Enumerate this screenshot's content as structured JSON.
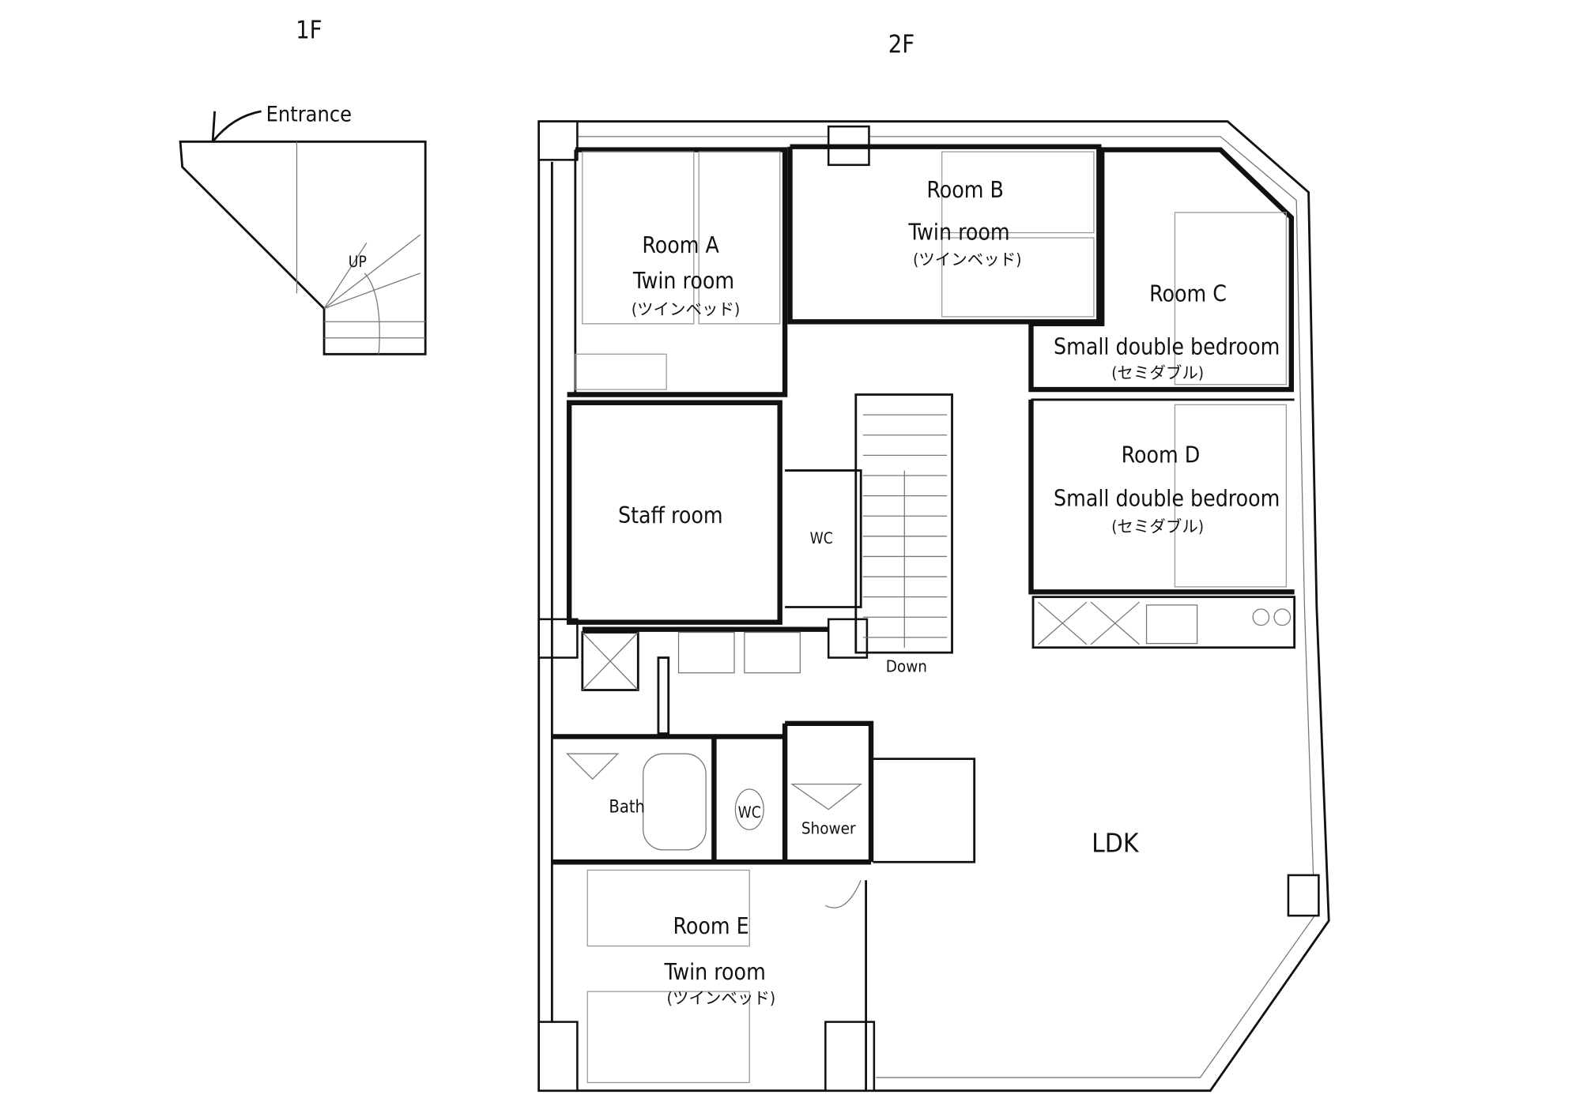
{
  "floors": {
    "first": "1F",
    "second": "2F"
  },
  "first_floor": {
    "entrance": "Entrance",
    "up": "UP"
  },
  "rooms": {
    "a": {
      "name": "Room A",
      "type": "Twin room",
      "jp": "(ツインベッド)"
    },
    "b": {
      "name": "Room B",
      "type": "Twin room",
      "jp": "(ツインベッド)"
    },
    "c": {
      "name": "Room C",
      "type": "Small double bedroom",
      "jp": "(セミダブル)"
    },
    "d": {
      "name": "Room D",
      "type": "Small double bedroom",
      "jp": "(セミダブル)"
    },
    "e": {
      "name": "Room E",
      "type": "Twin room",
      "jp": "(ツインベッド)"
    },
    "staff": "Staff room",
    "wc_upper": "WC",
    "wc_lower": "WC",
    "bath": "Bath",
    "shower": "Shower",
    "ldk": "LDK",
    "down": "Down"
  }
}
